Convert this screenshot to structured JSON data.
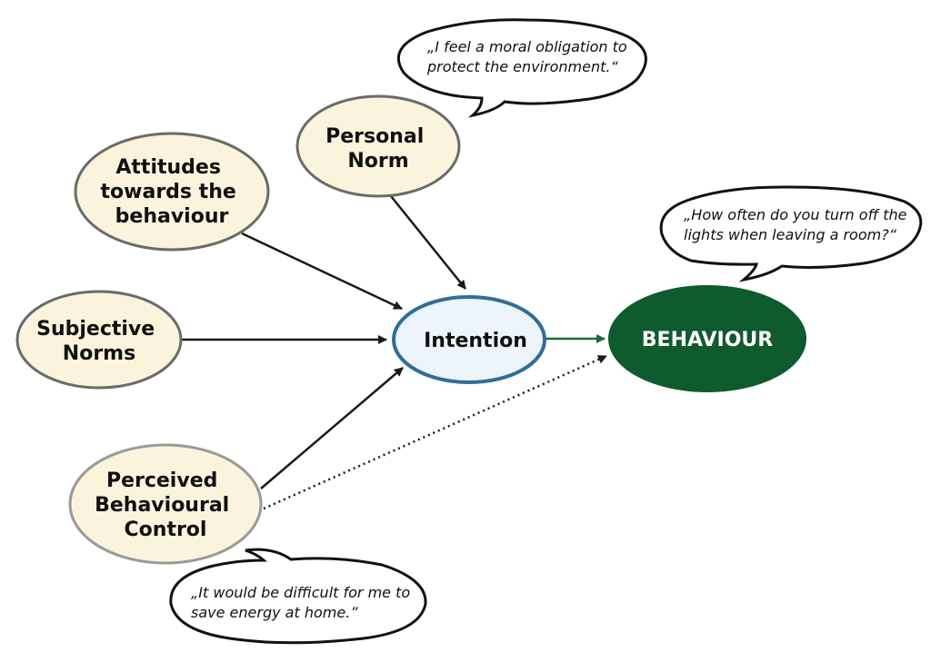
{
  "diagram": {
    "nodes": {
      "attitudes": {
        "lines": [
          "Attitudes",
          "towards the",
          "behaviour"
        ]
      },
      "subjective_norms": {
        "lines": [
          "Subjective",
          "Norms"
        ]
      },
      "personal_norm": {
        "lines": [
          "Personal",
          "Norm"
        ]
      },
      "perceived_control": {
        "lines": [
          "Perceived",
          "Behavioural",
          "Control"
        ]
      },
      "intention": {
        "lines": [
          "Intention"
        ]
      },
      "behaviour": {
        "lines": [
          "BEHAVIOUR"
        ]
      }
    },
    "quotes": {
      "moral_obligation": {
        "lines": [
          "„I feel a moral obligation to",
          "protect the environment.“"
        ]
      },
      "turn_off_lights": {
        "lines": [
          "„How often do you turn off the",
          "lights when leaving a room?“"
        ]
      },
      "difficult_save": {
        "lines": [
          "„It would be difficult for me to",
          "save energy at home.”"
        ]
      }
    },
    "colors": {
      "ellipse_fill": "#faf4dc",
      "ellipse_stroke": "#6b6b6b",
      "intention_fill": "#eef4fb",
      "intention_stroke": "#2f6e99",
      "behaviour_fill": "#0f5b2e",
      "arrow_dark": "#1a1a1a",
      "arrow_green": "#1b6e35"
    }
  }
}
